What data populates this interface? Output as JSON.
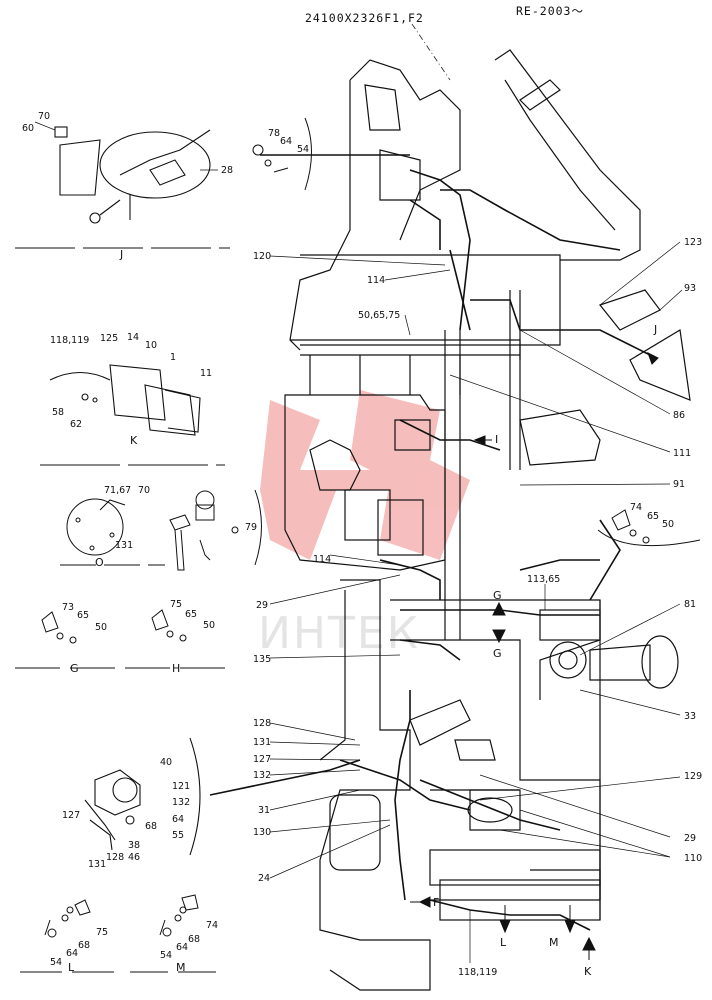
{
  "header": {
    "part_code": "24100X2326F1,F2",
    "serial_range": "RE-2003～"
  },
  "watermark": {
    "text": "ИНТЕК",
    "color": "#e03030"
  },
  "views": {
    "J": "J",
    "K": "K",
    "O": "O",
    "G": "G",
    "H": "H",
    "L": "L",
    "M": "M"
  },
  "view_J_labels": [
    "70",
    "60",
    "28"
  ],
  "view_top_small_labels": [
    "78",
    "64",
    "54"
  ],
  "view_K_labels": [
    "118,119",
    "125",
    "14",
    "10",
    "1",
    "11",
    "58",
    "62"
  ],
  "view_O_labels": [
    "71,67",
    "70",
    "131"
  ],
  "view_mid_labels": [
    "79"
  ],
  "view_G_labels": [
    "73",
    "65",
    "50"
  ],
  "view_H_labels": [
    "75",
    "65",
    "50"
  ],
  "view_lamp_labels": [
    "40",
    "121",
    "132",
    "64",
    "55",
    "68",
    "38",
    "46",
    "127",
    "128",
    "131"
  ],
  "view_L_labels": [
    "75",
    "68",
    "64",
    "54"
  ],
  "view_M_labels": [
    "74",
    "68",
    "64",
    "54"
  ],
  "right_view_labels": [
    "74",
    "65",
    "50"
  ],
  "callouts_left": [
    "120",
    "50,65,75",
    "114",
    "29",
    "135",
    "128",
    "131",
    "127",
    "132",
    "31",
    "130",
    "24"
  ],
  "callouts_right": [
    "123",
    "93",
    "86",
    "111",
    "91",
    "113,65",
    "81",
    "33",
    "129",
    "29",
    "110",
    "118,119"
  ],
  "arrow_markers": [
    "I",
    "J",
    "G",
    "G",
    "F",
    "L",
    "M",
    "K"
  ]
}
